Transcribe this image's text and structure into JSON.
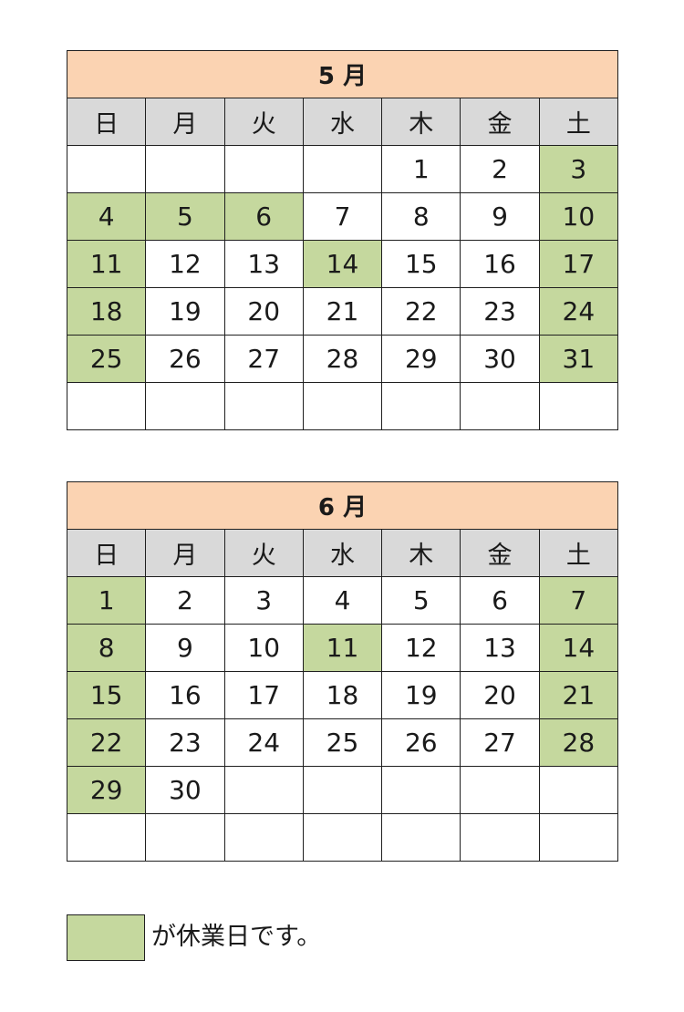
{
  "months": [
    {
      "title": "5 月",
      "weekdays": [
        "日",
        "月",
        "火",
        "水",
        "木",
        "金",
        "土"
      ],
      "weeks": [
        [
          {
            "d": ""
          },
          {
            "d": ""
          },
          {
            "d": ""
          },
          {
            "d": ""
          },
          {
            "d": "1"
          },
          {
            "d": "2"
          },
          {
            "d": "3",
            "h": true
          }
        ],
        [
          {
            "d": "4",
            "h": true
          },
          {
            "d": "5",
            "h": true
          },
          {
            "d": "6",
            "h": true
          },
          {
            "d": "7"
          },
          {
            "d": "8"
          },
          {
            "d": "9"
          },
          {
            "d": "10",
            "h": true
          }
        ],
        [
          {
            "d": "11",
            "h": true
          },
          {
            "d": "12"
          },
          {
            "d": "13"
          },
          {
            "d": "14",
            "h": true
          },
          {
            "d": "15"
          },
          {
            "d": "16"
          },
          {
            "d": "17",
            "h": true
          }
        ],
        [
          {
            "d": "18",
            "h": true
          },
          {
            "d": "19"
          },
          {
            "d": "20"
          },
          {
            "d": "21"
          },
          {
            "d": "22"
          },
          {
            "d": "23"
          },
          {
            "d": "24",
            "h": true
          }
        ],
        [
          {
            "d": "25",
            "h": true
          },
          {
            "d": "26"
          },
          {
            "d": "27"
          },
          {
            "d": "28"
          },
          {
            "d": "29"
          },
          {
            "d": "30"
          },
          {
            "d": "31",
            "h": true
          }
        ],
        [
          {
            "d": ""
          },
          {
            "d": ""
          },
          {
            "d": ""
          },
          {
            "d": ""
          },
          {
            "d": ""
          },
          {
            "d": ""
          },
          {
            "d": ""
          }
        ]
      ]
    },
    {
      "title": "6 月",
      "weekdays": [
        "日",
        "月",
        "火",
        "水",
        "木",
        "金",
        "土"
      ],
      "weeks": [
        [
          {
            "d": "1",
            "h": true
          },
          {
            "d": "2"
          },
          {
            "d": "3"
          },
          {
            "d": "4"
          },
          {
            "d": "5"
          },
          {
            "d": "6"
          },
          {
            "d": "7",
            "h": true
          }
        ],
        [
          {
            "d": "8",
            "h": true
          },
          {
            "d": "9"
          },
          {
            "d": "10"
          },
          {
            "d": "11",
            "h": true
          },
          {
            "d": "12"
          },
          {
            "d": "13"
          },
          {
            "d": "14",
            "h": true
          }
        ],
        [
          {
            "d": "15",
            "h": true
          },
          {
            "d": "16"
          },
          {
            "d": "17"
          },
          {
            "d": "18"
          },
          {
            "d": "19"
          },
          {
            "d": "20"
          },
          {
            "d": "21",
            "h": true
          }
        ],
        [
          {
            "d": "22",
            "h": true
          },
          {
            "d": "23"
          },
          {
            "d": "24"
          },
          {
            "d": "25"
          },
          {
            "d": "26"
          },
          {
            "d": "27"
          },
          {
            "d": "28",
            "h": true
          }
        ],
        [
          {
            "d": "29",
            "h": true
          },
          {
            "d": "30"
          },
          {
            "d": ""
          },
          {
            "d": ""
          },
          {
            "d": ""
          },
          {
            "d": ""
          },
          {
            "d": ""
          }
        ],
        [
          {
            "d": ""
          },
          {
            "d": ""
          },
          {
            "d": ""
          },
          {
            "d": ""
          },
          {
            "d": ""
          },
          {
            "d": ""
          },
          {
            "d": ""
          }
        ]
      ]
    }
  ],
  "legend": {
    "text": "が休業日です。"
  },
  "colors": {
    "title_bg": "#fbd3b2",
    "weekday_bg": "#d9d9d9",
    "holiday_bg": "#c5d89e",
    "border": "#1f1f1f"
  }
}
